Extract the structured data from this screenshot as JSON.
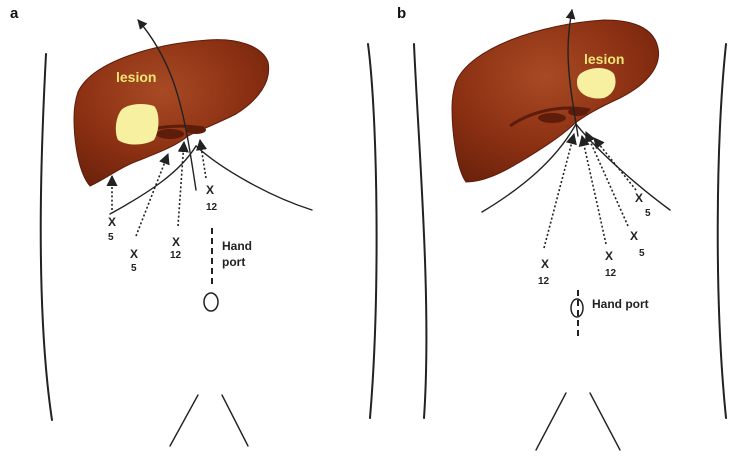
{
  "panels": [
    {
      "letter": "a",
      "lesion_label": "lesion",
      "hand_port": {
        "line1": "Hand",
        "line2": "port"
      },
      "ports": [
        {
          "x": "X",
          "size": "5"
        },
        {
          "x": "X",
          "size": "5"
        },
        {
          "x": "X",
          "size": "12"
        },
        {
          "x": "X",
          "size": "12"
        }
      ]
    },
    {
      "letter": "b",
      "lesion_label": "lesion",
      "hand_port": {
        "label": "Hand port"
      },
      "ports": [
        {
          "x": "X",
          "size": "12"
        },
        {
          "x": "X",
          "size": "12"
        },
        {
          "x": "X",
          "size": "5"
        },
        {
          "x": "X",
          "size": "5"
        }
      ]
    }
  ],
  "colors": {
    "liver": "#8a2f12",
    "liver_dark": "#5e1c0a",
    "liver_highlight": "#a84a24",
    "lesion": "#f7f0a0",
    "lesion_label": "#f2e676",
    "lines": "#222222"
  }
}
